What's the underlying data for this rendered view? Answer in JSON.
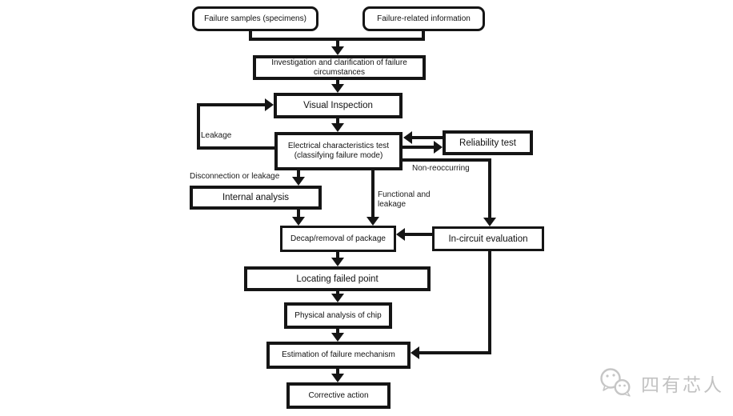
{
  "diagram": {
    "title_implicit": "Failure analysis flow",
    "nodes": {
      "failure_samples": {
        "label": "Failure samples (specimens)"
      },
      "failure_related": {
        "label": "Failure-related information"
      },
      "investigation": {
        "label": "Investigation and clarification of failure\ncircumstances"
      },
      "visual": {
        "label": "Visual Inspection"
      },
      "electrical": {
        "label": "Electrical characteristics test\n(classifying failure mode)"
      },
      "reliability": {
        "label": "Reliability test"
      },
      "internal": {
        "label": "Internal analysis"
      },
      "decap": {
        "label": "Decap/removal of package"
      },
      "incircuit": {
        "label": "In-circuit evaluation"
      },
      "locating": {
        "label": "Locating failed point"
      },
      "physical": {
        "label": "Physical analysis of chip"
      },
      "estimation": {
        "label": "Estimation of failure mechanism"
      },
      "corrective": {
        "label": "Corrective action"
      }
    },
    "edge_labels": {
      "leakage": "Leakage",
      "disconnection": "Disconnection or leakage",
      "functional": "Functional and\nleakage",
      "non_reoccurring": "Non-reoccurring"
    },
    "colors": {
      "line": "#151515",
      "background": "#ffffff",
      "watermark": "#c2c2c2"
    }
  },
  "watermark": {
    "text": "四有芯人",
    "logo": "wechat-bubbles-icon"
  }
}
